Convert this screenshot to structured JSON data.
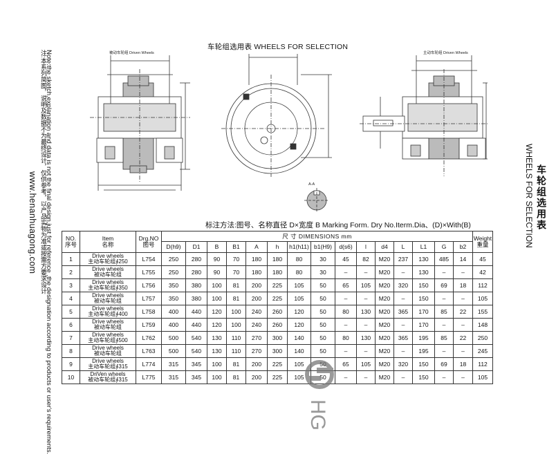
{
  "title": "车轮组选用表 WHEELS FOR SELECTION",
  "left_drawing_label": "被动车轮组 Driven Wheels",
  "right_drawing_label": "主动车轮组 Driven Wheels",
  "section_label": "A-A",
  "marking_form": "标注方法:图号、名称直径 D×宽度 B Marking Form. Dry No.Iterm.Dia、(D)×With(B)",
  "note_cn": "注:本系列简图，说明及数据不为最终设计，仅供参考，以产品实物为准或按需方要求设计",
  "note_en": "Note:the sketch,explanation and data is not the final design,just for reference ,the designation according to products or user's requirements.",
  "url": "www.henanhuagong.com",
  "side_title_cn": "车轮组选用表",
  "side_title_en": "WHEELS FOR SELECTION",
  "watermark": "HG",
  "table": {
    "h_no": "NO.",
    "h_no_cn": "序号",
    "h_item": "Item",
    "h_item_cn": "名称",
    "h_drg": "Drg.NO",
    "h_drg_cn": "图号",
    "h_dimensions": "尺    寸 DIMENSIONS        mm",
    "h_weight": "Weight",
    "h_weight_cn": "重量",
    "columns": [
      "D(h9)",
      "D1",
      "B",
      "B1",
      "A",
      "h",
      "h1(h11)",
      "b1(H9)",
      "d(s6)",
      "l",
      "d4",
      "L",
      "L1",
      "G",
      "b2"
    ],
    "rows": [
      {
        "no": "1",
        "item_en": "Drive wheels",
        "item_cn": "主动车轮组∮250",
        "drg": "L754",
        "cells": [
          "250",
          "280",
          "90",
          "70",
          "180",
          "180",
          "80",
          "30",
          "45",
          "82",
          "M20",
          "237",
          "130",
          "485",
          "14"
        ],
        "weight": "45"
      },
      {
        "no": "2",
        "item_en": "Drive wheels",
        "item_cn": "被动车轮组",
        "drg": "L755",
        "cells": [
          "250",
          "280",
          "90",
          "70",
          "180",
          "180",
          "80",
          "30",
          "–",
          "–",
          "M20",
          "–",
          "130",
          "–",
          "–"
        ],
        "weight": "42"
      },
      {
        "no": "3",
        "item_en": "Drive wheels",
        "item_cn": "主动车轮组∮350",
        "drg": "L756",
        "cells": [
          "350",
          "380",
          "100",
          "81",
          "200",
          "225",
          "105",
          "50",
          "65",
          "105",
          "M20",
          "320",
          "150",
          "69",
          "18"
        ],
        "weight": "112"
      },
      {
        "no": "4",
        "item_en": "Drive wheels",
        "item_cn": "被动车轮组",
        "drg": "L757",
        "cells": [
          "350",
          "380",
          "100",
          "81",
          "200",
          "225",
          "105",
          "50",
          "–",
          "–",
          "M20",
          "–",
          "150",
          "–",
          "–"
        ],
        "weight": "105"
      },
      {
        "no": "5",
        "item_en": "Drive wheels",
        "item_cn": "主动车轮组∮400",
        "drg": "L758",
        "cells": [
          "400",
          "440",
          "120",
          "100",
          "240",
          "260",
          "120",
          "50",
          "80",
          "130",
          "M20",
          "365",
          "170",
          "85",
          "22"
        ],
        "weight": "155"
      },
      {
        "no": "6",
        "item_en": "Drive wheels",
        "item_cn": "被动车轮组",
        "drg": "L759",
        "cells": [
          "400",
          "440",
          "120",
          "100",
          "240",
          "260",
          "120",
          "50",
          "–",
          "–",
          "M20",
          "–",
          "170",
          "–",
          "–"
        ],
        "weight": "148"
      },
      {
        "no": "7",
        "item_en": "Drive wheels",
        "item_cn": "主动车轮组∮500",
        "drg": "L762",
        "cells": [
          "500",
          "540",
          "130",
          "110",
          "270",
          "300",
          "140",
          "50",
          "80",
          "130",
          "M20",
          "365",
          "195",
          "85",
          "22"
        ],
        "weight": "250"
      },
      {
        "no": "8",
        "item_en": "Drive wheels",
        "item_cn": "被动车轮组",
        "drg": "L763",
        "cells": [
          "500",
          "540",
          "130",
          "110",
          "270",
          "300",
          "140",
          "50",
          "–",
          "–",
          "M20",
          "–",
          "195",
          "–",
          "–"
        ],
        "weight": "245"
      },
      {
        "no": "9",
        "item_en": "Drive wheels",
        "item_cn": "主动车轮组∮315",
        "drg": "L774",
        "cells": [
          "315",
          "345",
          "100",
          "81",
          "200",
          "225",
          "105",
          "50",
          "65",
          "105",
          "M20",
          "320",
          "150",
          "69",
          "18"
        ],
        "weight": "112"
      },
      {
        "no": "10",
        "item_en": "DriVen wheels",
        "item_cn": "被动车轮组∮315",
        "drg": "L775",
        "cells": [
          "315",
          "345",
          "100",
          "81",
          "200",
          "225",
          "105",
          "50",
          "–",
          "–",
          "M20",
          "–",
          "150",
          "–",
          "–"
        ],
        "weight": "105"
      }
    ]
  }
}
